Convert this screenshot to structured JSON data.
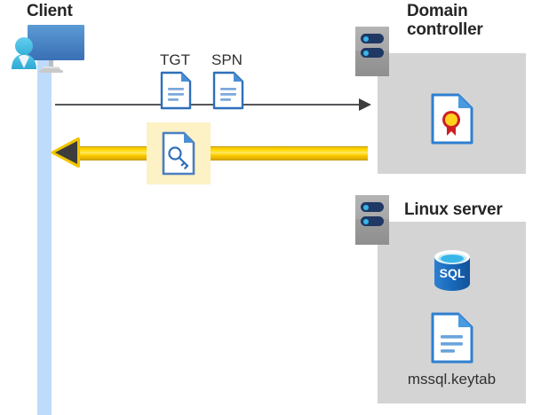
{
  "diagram": {
    "title_client": "Client",
    "title_domain_controller": "Domain\ncontroller",
    "title_domain_controller_line1": "Domain",
    "title_domain_controller_line2": "controller",
    "title_linux_server": "Linux server",
    "keytab_file_label": "mssql.keytab",
    "ticket_labels": {
      "tgt": "TGT",
      "spn": "SPN"
    },
    "icons": {
      "client": "user-at-monitor-icon",
      "server_rack": "server-rack-icon",
      "tgt_document": "document-icon",
      "spn_document": "document-icon",
      "kerberos_ticket": "document-with-key-icon",
      "certificate": "certificate-document-icon",
      "sql_database": "sql-database-icon",
      "keytab_document": "document-icon"
    },
    "arrows": {
      "request": {
        "label": "",
        "direction": "right",
        "color": "#55565a"
      },
      "response": {
        "label": "",
        "direction": "left",
        "color": "#ffd900"
      }
    },
    "colors": {
      "panel_gray": "#d4d4d4",
      "rack_gray": "#a8a8a8",
      "rack_slot_navy": "#1f3864",
      "rack_led_cyan": "#39b6e8",
      "lifeline_blue": "#bfdbfb",
      "highlight_yellow": "#fdf1c6",
      "arrow_yellow": "#ffd900",
      "arrow_gray": "#55565a",
      "doc_blue": "#3f80cd",
      "sql_blue": "#1a6bbd",
      "cert_red": "#cc1f24",
      "cert_gold": "#ffd21e",
      "title_text": "#262626",
      "body_text": "#303030"
    }
  }
}
